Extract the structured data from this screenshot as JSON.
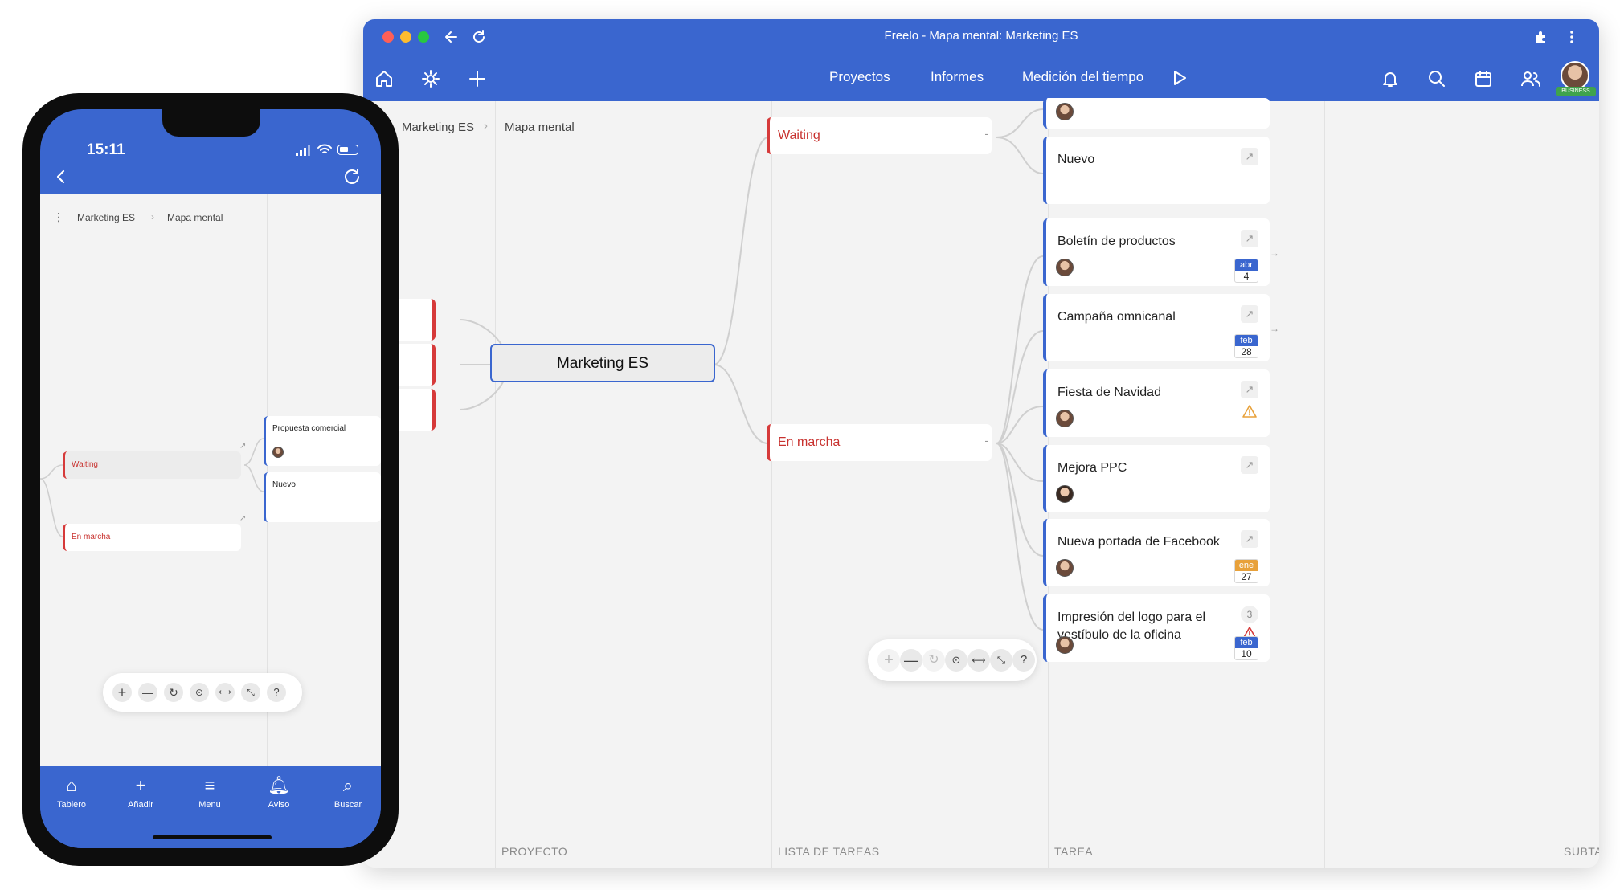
{
  "window": {
    "title": "Freelo - Mapa mental: Marketing ES",
    "traffic_colors": [
      "#ff5f57",
      "#febc2e",
      "#28c840"
    ]
  },
  "toolbar": {
    "nav": [
      "Proyectos",
      "Informes",
      "Medición del tiempo"
    ],
    "badge": "BUSINESS"
  },
  "breadcrumb": [
    "Marketing ES",
    "Mapa mental"
  ],
  "columns": [
    "PROYECTO",
    "LISTA DE TAREAS",
    "TAREA",
    "SUBTA"
  ],
  "project": {
    "name": "Marketing ES"
  },
  "tasklists": [
    {
      "name": "Waiting",
      "toggle": "-"
    },
    {
      "name": "En marcha",
      "toggle": "-"
    }
  ],
  "tasks": [
    {
      "title": "Nuevo"
    },
    {
      "title": "Boletín de productos",
      "date_month": "abr",
      "date_day": "4"
    },
    {
      "title": "Campaña omnicanal",
      "date_month": "feb",
      "date_day": "28"
    },
    {
      "title": "Fiesta de Navidad"
    },
    {
      "title": "Mejora PPC"
    },
    {
      "title": "Nueva portada de Facebook",
      "date_month": "ene",
      "date_day": "27"
    },
    {
      "title": "Impresión del logo para el vestíbulo de la oficina",
      "count": "3",
      "date_month": "feb",
      "date_day": "10"
    }
  ],
  "colors": {
    "accent": "#3a66cf",
    "danger": "#d63a3a",
    "warning": "#e8a13a",
    "canvas": "#f3f3f3"
  },
  "phone": {
    "time": "15:11",
    "breadcrumb": [
      "Marketing ES",
      "Mapa mental"
    ],
    "tasklists": [
      "Waiting",
      "En marcha"
    ],
    "tasks": [
      "Propuesta comercial",
      "Nuevo"
    ],
    "tabs": [
      {
        "label": "Tablero",
        "icon": "home-icon"
      },
      {
        "label": "Añadir",
        "icon": "plus-icon"
      },
      {
        "label": "Menu",
        "icon": "menu-icon"
      },
      {
        "label": "Aviso",
        "icon": "bell-icon"
      },
      {
        "label": "Buscar",
        "icon": "search-icon"
      }
    ]
  }
}
